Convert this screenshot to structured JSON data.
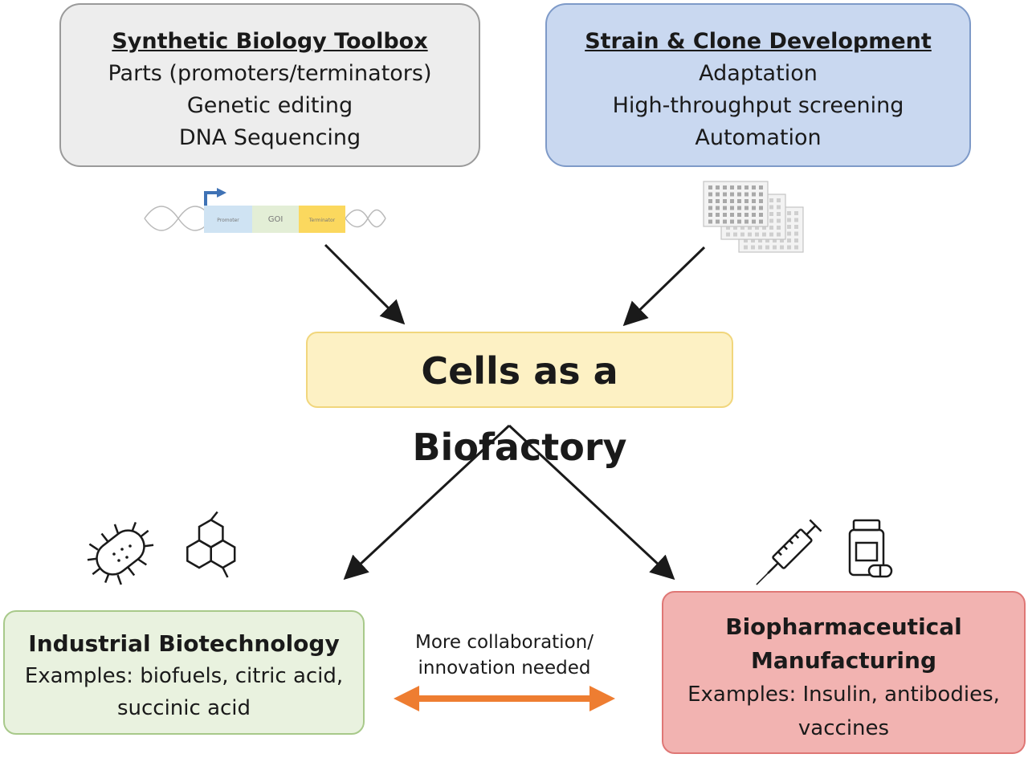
{
  "toolbox": {
    "title": "Synthetic Biology Toolbox",
    "items": [
      "Parts (promoters/terminators)",
      "Genetic editing",
      "DNA Sequencing"
    ]
  },
  "strain": {
    "title": "Strain & Clone Development",
    "items": [
      "Adaptation",
      "High-throughput screening",
      "Automation"
    ]
  },
  "dna_construct": {
    "promoter": "Promoter",
    "goi": "GOI",
    "terminator": "Terminator"
  },
  "center": {
    "title": "Cells as a Biofactory"
  },
  "industrial": {
    "title": "Industrial Biotechnology",
    "lines": [
      "Examples: biofuels, citric acid,",
      "succinic acid"
    ]
  },
  "biopharma": {
    "title_lines": [
      "Biopharmaceutical",
      "Manufacturing"
    ],
    "lines": [
      "Examples: Insulin, antibodies,",
      "vaccines"
    ]
  },
  "collaboration": {
    "lines": [
      "More collaboration/",
      "innovation needed"
    ]
  },
  "icons": {
    "dna": "dna-construct-icon",
    "plates": "microplates-icon",
    "bacteria": "bacterium-icon",
    "molecule": "hexagon-molecule-icon",
    "syringe": "syringe-icon",
    "pill_bottle": "pill-bottle-icon"
  },
  "colors": {
    "toolbox_fill": "#ededed",
    "strain_fill": "#c9d8f0",
    "center_fill": "#fdf1c4",
    "industrial_fill": "#e9f2df",
    "biopharma_fill": "#f2b3b1",
    "double_arrow": "#ee7d31"
  }
}
